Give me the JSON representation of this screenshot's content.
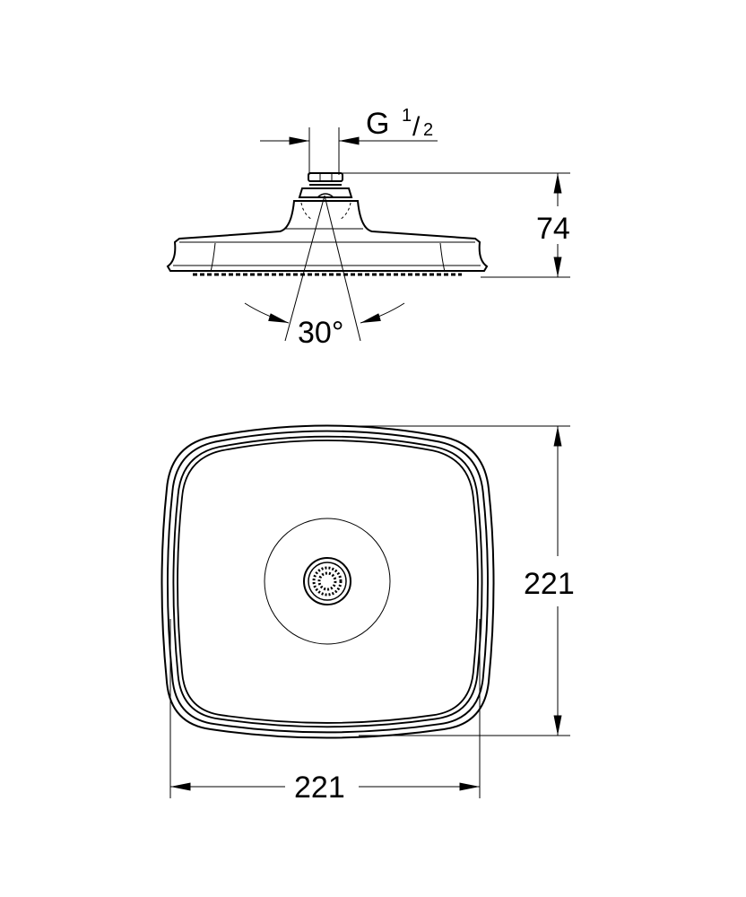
{
  "side_view": {
    "thread_letter": "G",
    "thread_num": "1",
    "thread_den": "2",
    "height_label": "74",
    "angle_label": "30°"
  },
  "plan_view": {
    "depth_label": "221",
    "width_label": "221"
  },
  "colors": {
    "line": "#000000",
    "background": "#ffffff"
  }
}
